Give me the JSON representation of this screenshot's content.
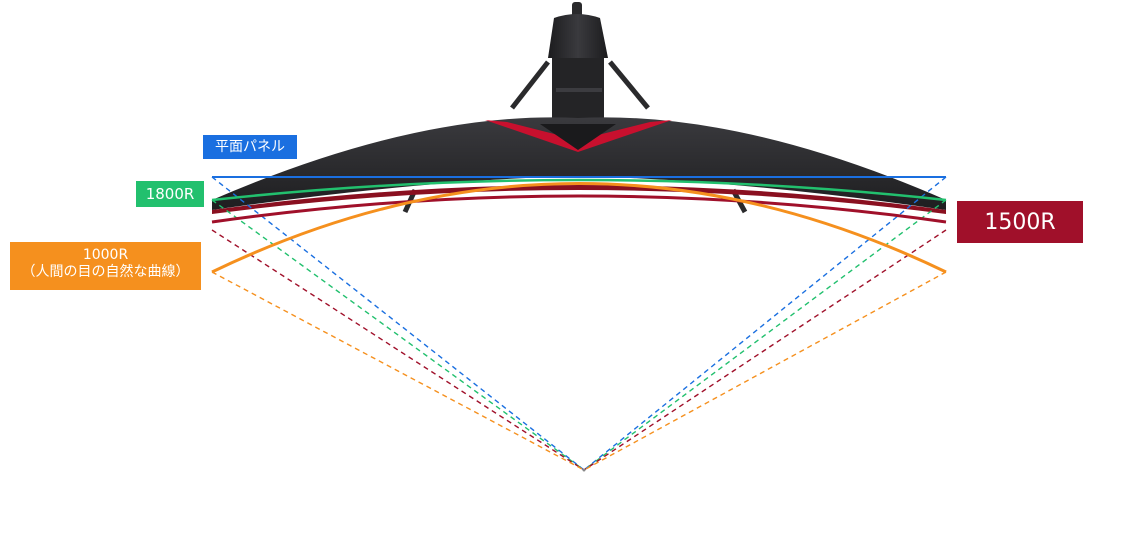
{
  "labels": {
    "flat": "平面パネル",
    "r1800": "1800R",
    "r1500": "1500R",
    "r1000_line1": "1000R",
    "r1000_line2": "（人間の目の自然な曲線）"
  },
  "colors": {
    "flat": "#1a6fe0",
    "r1800": "#22c06e",
    "r1500": "#a0102a",
    "r1000": "#f5901e",
    "monitor_body": "#2b2b2e",
    "monitor_accent": "#c8102e"
  }
}
